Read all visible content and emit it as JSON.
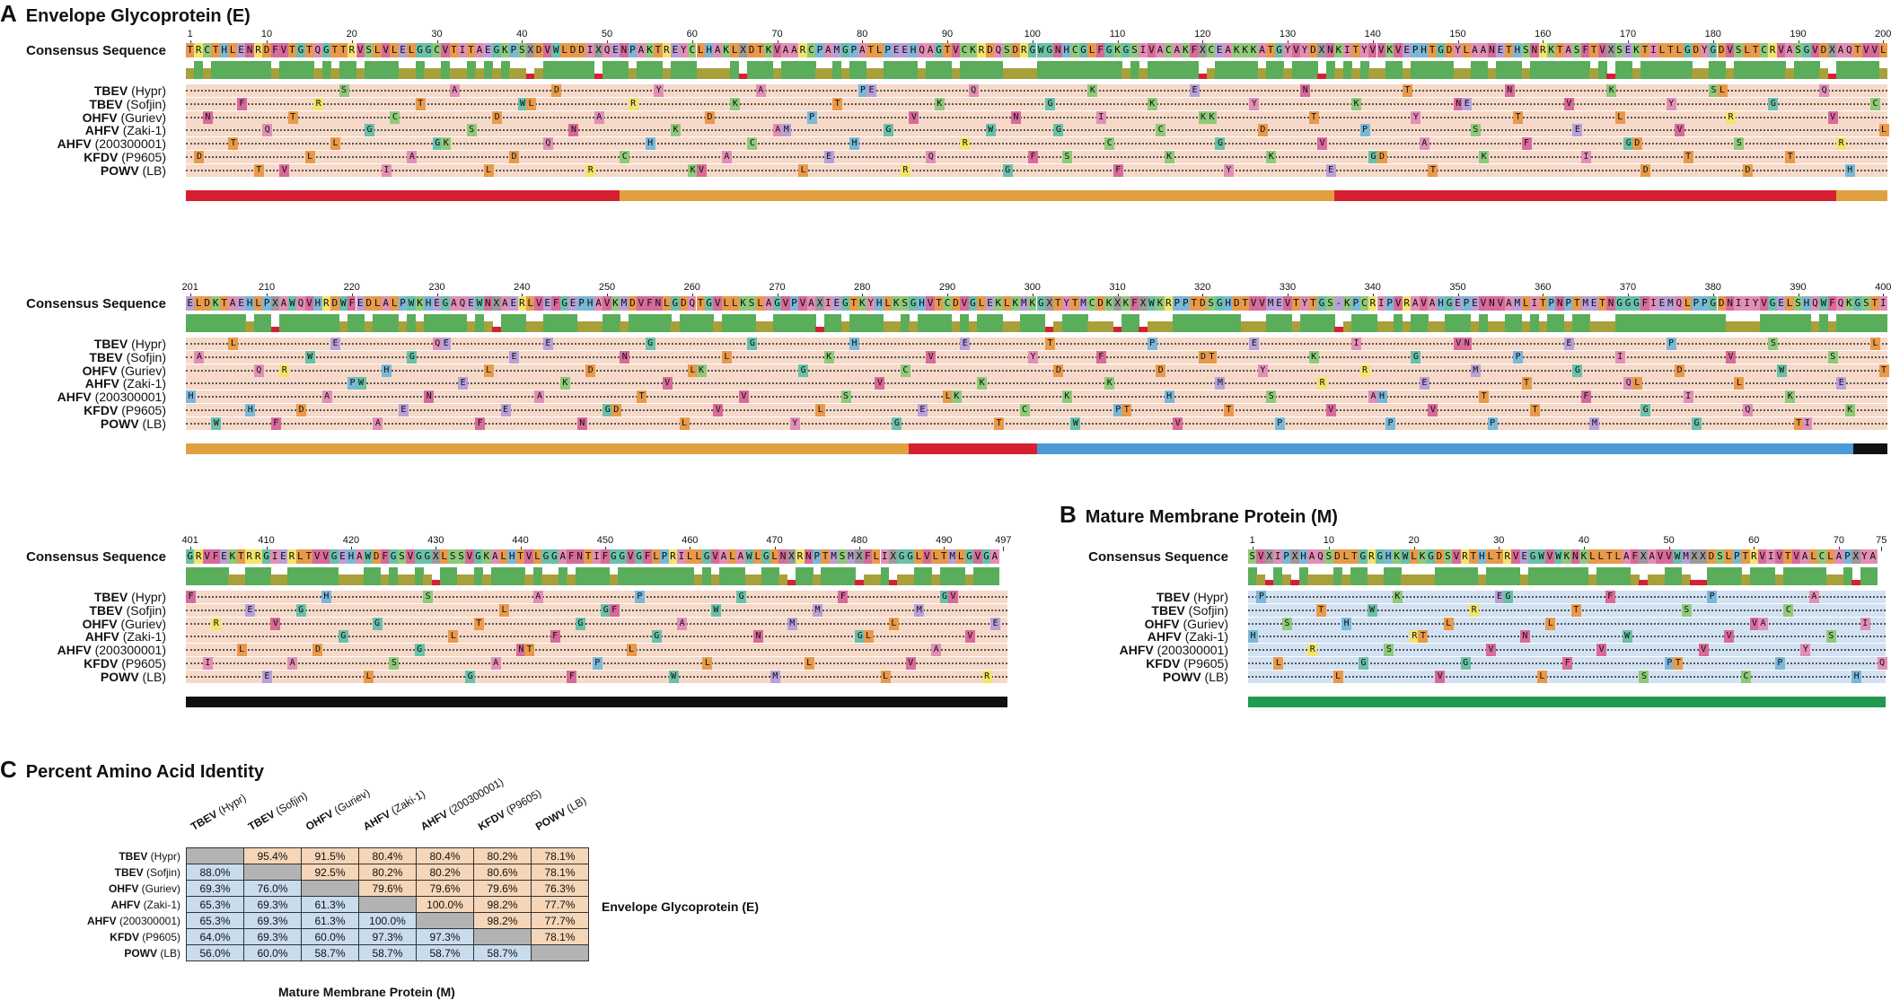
{
  "panelA": {
    "letter": "A",
    "title": "Envelope Glycoprotein (E)"
  },
  "panelB": {
    "letter": "B",
    "title": "Mature Membrane Protein (M)"
  },
  "panelC": {
    "letter": "C",
    "title": "Percent Amino Acid Identity"
  },
  "consensus_label": "Consensus Sequence",
  "sequences": [
    {
      "name": "TBEV",
      "strain": "(Hypr)"
    },
    {
      "name": "TBEV",
      "strain": "(Sofjin)"
    },
    {
      "name": "OHFV",
      "strain": "(Guriev)"
    },
    {
      "name": "AHFV",
      "strain": "(Zaki-1)"
    },
    {
      "name": "AHFV",
      "strain": "(200300001)"
    },
    {
      "name": "KFDV",
      "strain": "(P9605)"
    },
    {
      "name": "POWV",
      "strain": "(LB)"
    }
  ],
  "blocks": [
    {
      "id": "A1",
      "start": 1,
      "end": 200,
      "ticks": [
        "1",
        "10",
        "20",
        "30",
        "40",
        "50",
        "60",
        "70",
        "80",
        "90",
        "100",
        "110",
        "120",
        "130",
        "140",
        "150",
        "160",
        "170",
        "180",
        "190",
        "200"
      ],
      "consensus": "TRCTHLENRDFVTGTQGTTRVSLVLELGGCVTITAEGKPSXDVWLDDIXQENPAKTREYCLHAKLXDTKVAARCPAMGPATLPEEHQAGTVCKRDQSDRGWGNHCGLFGKGSIVACAKFXCEAKKKATGYVYDXNKITYVVKVEPHTGDYLAANETHSNRKTASFTVXSEKTILTLGDYGDVSLTCRVASGVDXAQTVVL",
      "domains": [
        {
          "from": 0,
          "to": 0.255,
          "color": "#d62031"
        },
        {
          "from": 0.255,
          "to": 0.675,
          "color": "#e0a040"
        },
        {
          "from": 0.675,
          "to": 0.97,
          "color": "#d62031"
        },
        {
          "from": 0.97,
          "to": 1.0,
          "color": "#e0a040"
        }
      ]
    },
    {
      "id": "A2",
      "start": 201,
      "end": 400,
      "ticks": [
        "201",
        "210",
        "220",
        "230",
        "240",
        "250",
        "260",
        "270",
        "280",
        "290",
        "300",
        "310",
        "320",
        "330",
        "340",
        "350",
        "360",
        "370",
        "380",
        "390",
        "400"
      ],
      "consensus": "ELDKTAEHLPXAWQVHRDWFEDLALPWKHEGAQEWNXAERLVEFGEPHAVKMDVFNLGDQTGVLLKSLAGVPVAXIEGTKYHLKSGHVTCDVGLEKLKMKGXTYTMCDKXKFXWKRPPTDSGHDTVVMEVTYTGS-KPCRIPVRAVAHGEPEVNVAMLITPNPTMETNGGGFIEMQLPPGDNIIYVGELSHQWFQKGSTI",
      "domains": [
        {
          "from": 0,
          "to": 0.425,
          "color": "#e0a040"
        },
        {
          "from": 0.425,
          "to": 0.5,
          "color": "#d62031"
        },
        {
          "from": 0.5,
          "to": 0.98,
          "color": "#4a9ad8"
        },
        {
          "from": 0.98,
          "to": 1.0,
          "color": "#111111"
        }
      ]
    },
    {
      "id": "A3",
      "start": 401,
      "end": 497,
      "ticks": [
        "401",
        "410",
        "420",
        "430",
        "440",
        "450",
        "460",
        "470",
        "480",
        "490",
        "497"
      ],
      "consensus": "GRVFEKTRRGIERLTVVGEHAWDFGSVGGXLSSVGKALHTVLGGAFNTIFGGVGFLPRILLGVALAWLGLNXRNPTMSMXFLIXGGLVLTMLGVGA",
      "domains": [
        {
          "from": 0,
          "to": 1.0,
          "color": "#111111"
        }
      ]
    },
    {
      "id": "B",
      "start": 1,
      "end": 75,
      "ticks": [
        "1",
        "10",
        "20",
        "30",
        "40",
        "50",
        "60",
        "70",
        "75"
      ],
      "consensus": "SVXIPXHAQSDLTGRGHKWLKGDSVRTHLTRVEGWVWKNKLLTLAFXAVVWMXXDSLPTRVIVTVALCLAPXYA",
      "domains": [
        {
          "from": 0,
          "to": 1.0,
          "color": "#1f9a4f"
        }
      ]
    }
  ],
  "identity": {
    "columns": [
      {
        "name": "TBEV",
        "strain": "(Hypr)"
      },
      {
        "name": "TBEV",
        "strain": "(Sofjin)"
      },
      {
        "name": "OHFV",
        "strain": "(Guriev)"
      },
      {
        "name": "AHFV",
        "strain": "(Zaki-1)"
      },
      {
        "name": "AHFV",
        "strain": "(200300001)"
      },
      {
        "name": "KFDV",
        "strain": "(P9605)"
      },
      {
        "name": "POWV",
        "strain": "(LB)"
      }
    ],
    "matrix": [
      [
        "",
        "95.4%",
        "91.5%",
        "80.4%",
        "80.4%",
        "80.2%",
        "78.1%"
      ],
      [
        "88.0%",
        "",
        "92.5%",
        "80.2%",
        "80.2%",
        "80.6%",
        "78.1%"
      ],
      [
        "69.3%",
        "76.0%",
        "",
        "79.6%",
        "79.6%",
        "79.6%",
        "76.3%"
      ],
      [
        "65.3%",
        "69.3%",
        "61.3%",
        "",
        "100.0%",
        "98.2%",
        "77.7%"
      ],
      [
        "65.3%",
        "69.3%",
        "61.3%",
        "100.0%",
        "",
        "98.2%",
        "77.7%"
      ],
      [
        "64.0%",
        "69.3%",
        "60.0%",
        "97.3%",
        "97.3%",
        "",
        "78.1%"
      ],
      [
        "56.0%",
        "60.0%",
        "58.7%",
        "58.7%",
        "58.7%",
        "58.7%",
        ""
      ]
    ],
    "upper_label": "Envelope Glycoprotein (E)",
    "lower_label": "Mature Membrane Protein (M)",
    "colors": {
      "upper": "#f5d6b8",
      "lower": "#c9dcee",
      "diag": "#b3b3b3"
    }
  },
  "colors": {
    "rowbg_E": "#f6d9c8",
    "rowbg_M": "#d3e2f2",
    "conservation_high": "#5aad5a",
    "conservation_mid": "#a8a03a",
    "conservation_low": "#d62031"
  }
}
